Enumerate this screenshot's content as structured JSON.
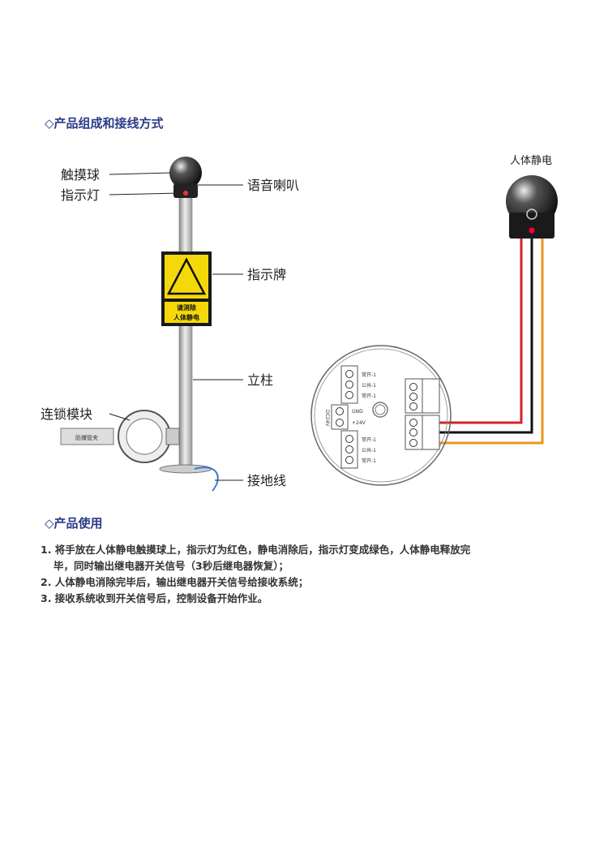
{
  "section1": {
    "title": "◇产品组成和接线方式"
  },
  "left_diagram": {
    "labels": {
      "touch_ball": "触摸球",
      "indicator_light": "指示灯",
      "voice_speaker": "语音喇叭",
      "sign": "指示牌",
      "pole": "立柱",
      "interlock_module": "连锁模块",
      "ground_wire": "接地线"
    },
    "sign_text": [
      "请消除",
      "人体静电"
    ],
    "module_tag": "防爆管夹"
  },
  "right_diagram": {
    "title": "人体静电",
    "terminals_top": [
      "常开-1",
      "公共-1",
      "常开-1"
    ],
    "terminals_power": [
      "GND",
      "+24V"
    ],
    "power_label": "DC24V",
    "terminals_bottom": [
      "常开-1",
      "公共-1",
      "常开-1"
    ],
    "wire_colors": [
      "#d6222a",
      "#111111",
      "#e8961e"
    ]
  },
  "section2": {
    "title": "◇产品使用",
    "items": [
      "1. 将手放在人体静电触摸球上，指示灯为红色，静电消除后，指示灯变成绿色，人体静电释放完",
      "毕，同时输出继电器开关信号（3秒后继电器恢复）；",
      "2. 人体静电消除完毕后，输出继电器开关信号给接收系统；",
      "3. 接收系统收到开关信号后，控制设备开始作业。"
    ]
  }
}
